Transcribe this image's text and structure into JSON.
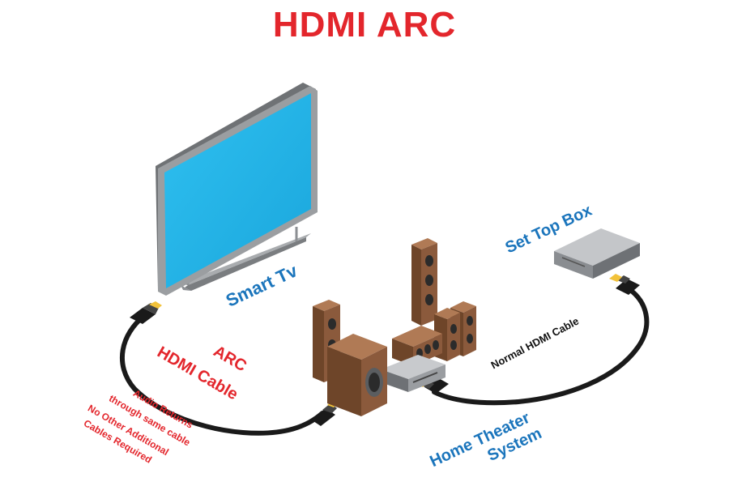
{
  "title": "HDMI ARC",
  "labels": {
    "smart_tv": "Smart Tv",
    "set_top_box": "Set Top Box",
    "arc_line1": "ARC",
    "arc_line2": "HDMI Cable",
    "note_line1": "Audio Returns",
    "note_line2": "through same cable",
    "note_line3": "No Other Additional",
    "note_line4": "Cables Required",
    "normal_cable": "Normal HDMI Cable",
    "home_line1": "Home Theater",
    "home_line2": "System"
  },
  "colors": {
    "title": "#e3262c",
    "device_label": "#1b75bc",
    "arc_label": "#e3262c",
    "cable_label": "#111111",
    "tv_screen": "#29b6e8",
    "tv_frame": "#8c8f93",
    "speaker_wood": "#8b5a3c",
    "speaker_driver": "#2b2b2b",
    "receiver": "#9a9da1",
    "set_top_box": "#8a8d91",
    "cable": "#1a1a1a",
    "connector_tip": "#f2c23a"
  }
}
